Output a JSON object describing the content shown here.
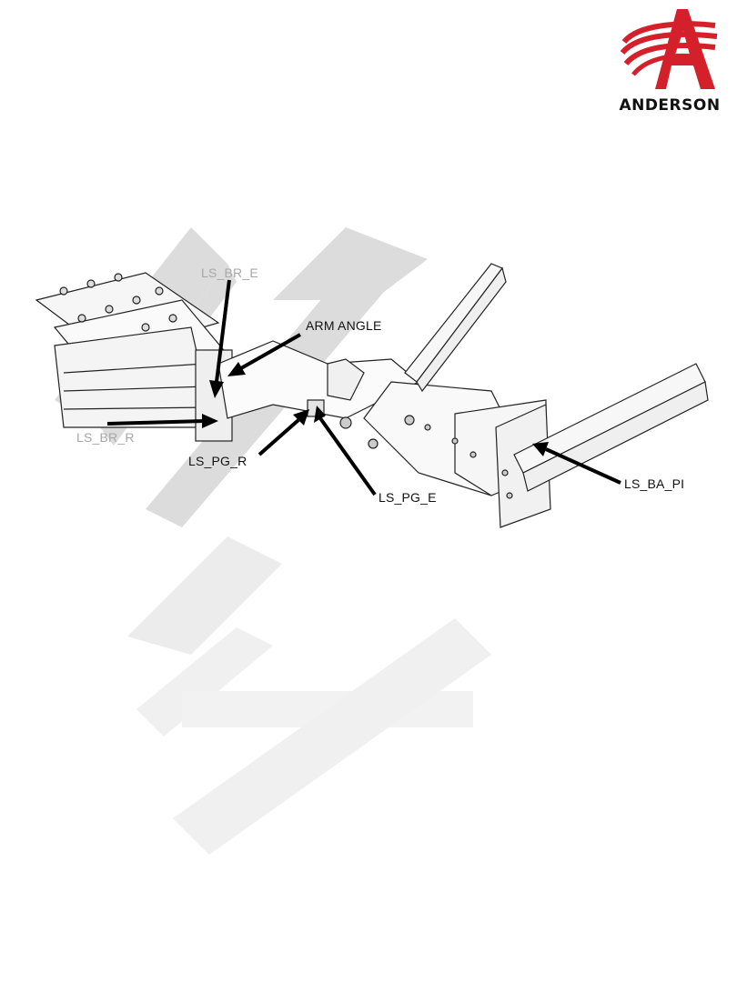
{
  "brand": {
    "name": "ANDERSON",
    "logo_icon": "anderson-a-logo-icon",
    "accent_color": "#d4202a"
  },
  "labels": {
    "ls_br_e": "LS_BR_E",
    "arm_angle": "ARM ANGLE",
    "ls_br_r": "LS_BR_R",
    "ls_pg_r": "LS_PG_R",
    "ls_pg_e": "LS_PG_E",
    "ls_ba_pi": "LS_BA_PI"
  },
  "watermark": {
    "color": "#d9d9d9"
  }
}
